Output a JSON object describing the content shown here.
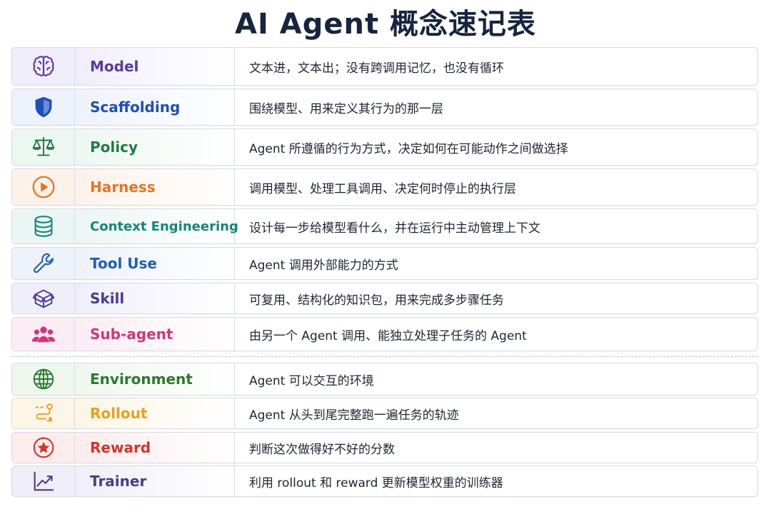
{
  "title": "AI Agent 概念速记表",
  "rows": [
    {
      "icon": "brain-icon",
      "term": "Model",
      "desc": "文本进，文本出；没有跨调用记忆，也没有循环",
      "color": "#5b3aa6",
      "tint": "#f1eefb"
    },
    {
      "icon": "shield-icon",
      "term": "Scaffolding",
      "desc": "围绕模型、用来定义其行为的那一层",
      "color": "#1e4fb8",
      "tint": "#edf2fc"
    },
    {
      "icon": "scales-icon",
      "term": "Policy",
      "desc": "Agent 所遵循的行为方式，决定如何在可能动作之间做选择",
      "color": "#1f7a4a",
      "tint": "#edf7f1"
    },
    {
      "icon": "play-circle-icon",
      "term": "Harness",
      "desc": "调用模型、处理工具调用、决定何时停止的执行层",
      "color": "#e8731f",
      "tint": "#fdf2ea"
    },
    {
      "icon": "database-icon",
      "term": "Context Engineering",
      "desc": "设计每一步给模型看什么，并在运行中主动管理上下文",
      "color": "#13877a",
      "tint": "#ebf6f4"
    },
    {
      "icon": "wrench-icon",
      "term": "Tool Use",
      "desc": "Agent 调用外部能力的方式",
      "color": "#1f5fb4",
      "tint": "#edf2fb"
    },
    {
      "icon": "package-icon",
      "term": "Skill",
      "desc": "可复用、结构化的知识包，用来完成多步骤任务",
      "color": "#4a3a9e",
      "tint": "#f0eefa"
    },
    {
      "icon": "users-icon",
      "term": "Sub-agent",
      "desc": "由另一个 Agent 调用、能独立处理子任务的 Agent",
      "color": "#d2357a",
      "tint": "#fcedf4"
    },
    {
      "icon": "globe-icon",
      "term": "Environment",
      "desc": "Agent 可以交互的环境",
      "color": "#2a7a2e",
      "tint": "#eef7ee"
    },
    {
      "icon": "path-icon",
      "term": "Rollout",
      "desc": "Agent 从头到尾完整跑一遍任务的轨迹",
      "color": "#e6a219",
      "tint": "#fdf6e6"
    },
    {
      "icon": "star-badge-icon",
      "term": "Reward",
      "desc": "判断这次做得好不好的分数",
      "color": "#d2342e",
      "tint": "#fcecec"
    },
    {
      "icon": "trend-chart-icon",
      "term": "Trainer",
      "desc": "利用 rollout 和 reward 更新模型权重的训练器",
      "color": "#4a3a8e",
      "tint": "#f0eef8"
    }
  ]
}
